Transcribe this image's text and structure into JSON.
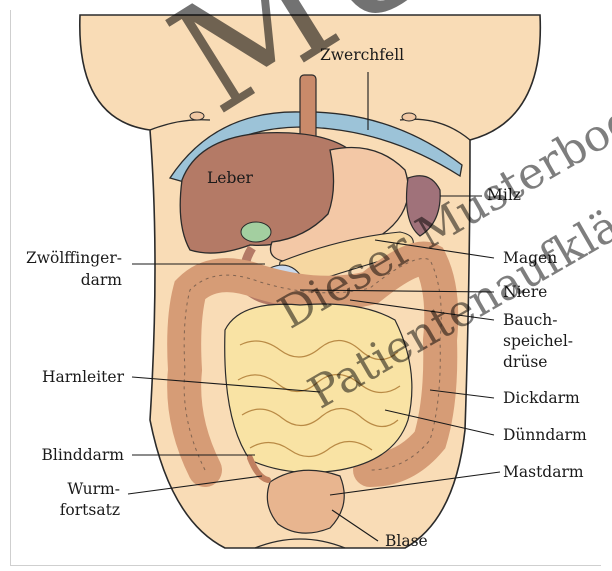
{
  "labels": {
    "zwerchfell": "Zwerchfell",
    "leber": "Leber",
    "milz": "Milz",
    "zwoelffinger_1": "Zwölffinger-",
    "zwoelffinger_2": "darm",
    "magen": "Magen",
    "niere": "Niere",
    "bauch_1": "Bauch-",
    "bauch_2": "speichel-",
    "bauch_3": "drüse",
    "harnleiter": "Harnleiter",
    "dickdarm": "Dickdarm",
    "duenndarm": "Dünndarm",
    "blinddarm": "Blinddarm",
    "wurm_1": "Wurm-",
    "wurm_2": "fortsatz",
    "mastdarm": "Mastdarm",
    "blase": "Blase"
  },
  "watermark": {
    "line1": "MUS",
    "line2": "Dieser Musterbogen",
    "line3": "Patientenaufklärung"
  },
  "colors": {
    "skin": "#f9dcb6",
    "liver": "#b47a66",
    "diaphragm": "#9cc3d8",
    "stomach": "#f3c8a6",
    "pancreas": "#f6d7a1",
    "colon": "#d69c76",
    "small_intestine": "#f9e3a4",
    "kidney": "#c9d9ec",
    "spleen": "#a0727a",
    "bladder": "#e8b58f"
  }
}
